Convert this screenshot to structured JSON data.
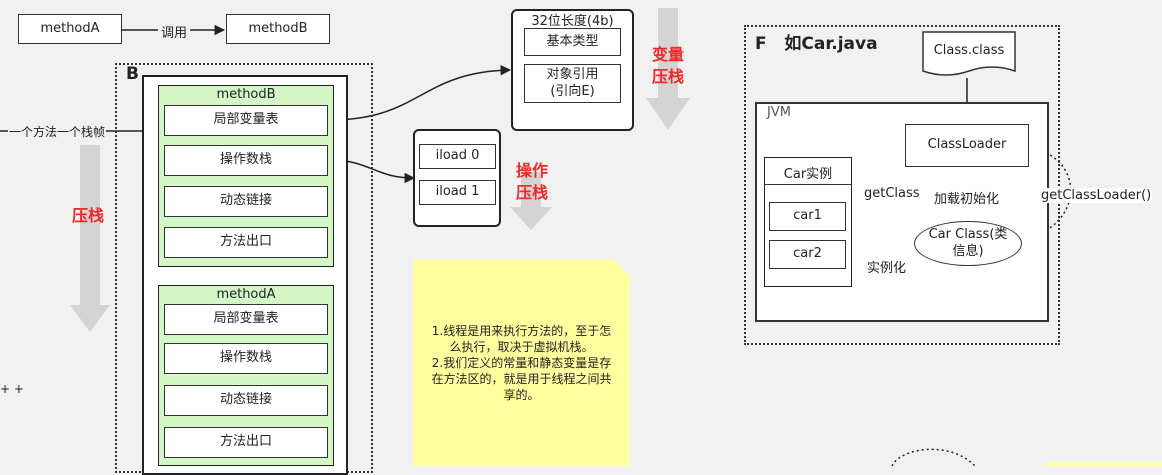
{
  "top": {
    "methodA": "methodA",
    "call_label": "调用",
    "methodB": "methodB"
  },
  "B": {
    "label": "B",
    "push_label": "压栈",
    "frame_label": "一个方法一个栈帧",
    "methodB": {
      "title": "methodB",
      "items": [
        "局部变量表",
        "操作数栈",
        "动态链接",
        "方法出口"
      ]
    },
    "methodA": {
      "title": "methodA",
      "items": [
        "局部变量表",
        "操作数栈",
        "动态链接",
        "方法出口"
      ]
    }
  },
  "slot": {
    "title": "32位长度(4b)",
    "basic": "基本类型",
    "ref_line1": "对象引用",
    "ref_line2": "(引向E)"
  },
  "var_push": {
    "line1": "变量",
    "line2": "压栈"
  },
  "iload": {
    "a": "iload  0",
    "b": "iload  1"
  },
  "op_push": {
    "line1": "操作",
    "line2": "压栈"
  },
  "note": {
    "p1": "1.线程是用来执行方法的，至于怎么执行，取决于虚拟机栈。",
    "p2": "2.我们定义的常量和静态变量是存在方法区的，就是用于线程之间共享的。"
  },
  "F": {
    "title": "F   如Car.java",
    "class_file": "Class.class",
    "jvm": "JVM",
    "classloader": "ClassLoader",
    "car_instance": "Car实例",
    "car1": "car1",
    "car2": "car2",
    "getclass": "getClass",
    "load_init": "加载初始化",
    "getclassloader": "getClassLoader()",
    "car_class": "Car Class(类信息)",
    "instantiate": "实例化"
  },
  "misc": {
    "plus": "+ +"
  }
}
